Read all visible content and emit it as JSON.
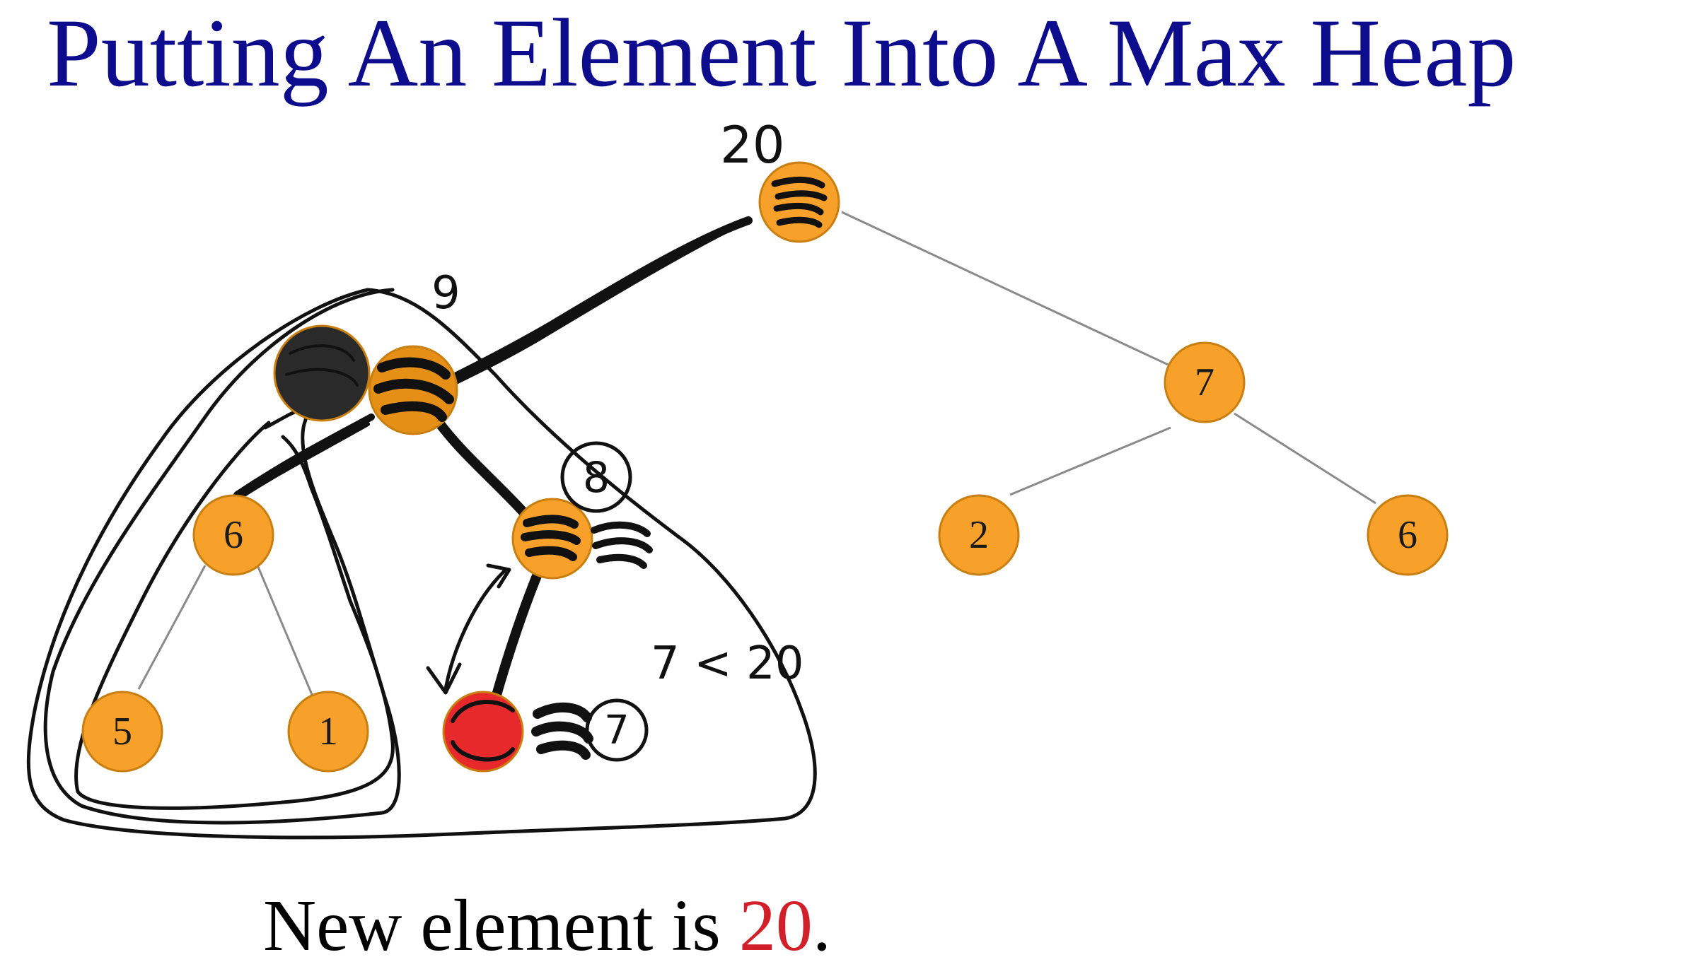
{
  "title": "Putting An Element Into A Max Heap",
  "caption": {
    "prefix": "New element is ",
    "value": "20",
    "suffix": "."
  },
  "colors": {
    "title": "#0c0c8c",
    "node_fill": "#f7a12b",
    "new_node_fill": "#e8292c",
    "highlight_text": "#d2202a",
    "ink": "#111111",
    "edge": "#8a8a8a"
  },
  "heap": {
    "nodes": [
      {
        "id": "n-root",
        "label": ""
      },
      {
        "id": "n-left",
        "label": ""
      },
      {
        "id": "n-right",
        "label": "7"
      },
      {
        "id": "n-ll",
        "label": "6"
      },
      {
        "id": "n-lr",
        "label": ""
      },
      {
        "id": "n-rl",
        "label": "2"
      },
      {
        "id": "n-rr",
        "label": "6"
      },
      {
        "id": "n-lll",
        "label": "5"
      },
      {
        "id": "n-llr",
        "label": "1"
      },
      {
        "id": "n-new",
        "label": ""
      }
    ]
  },
  "annotations": {
    "root_value": "20",
    "left_value": "9",
    "lr_value": "8",
    "comparison": "7 < 20",
    "new_value": "7"
  }
}
